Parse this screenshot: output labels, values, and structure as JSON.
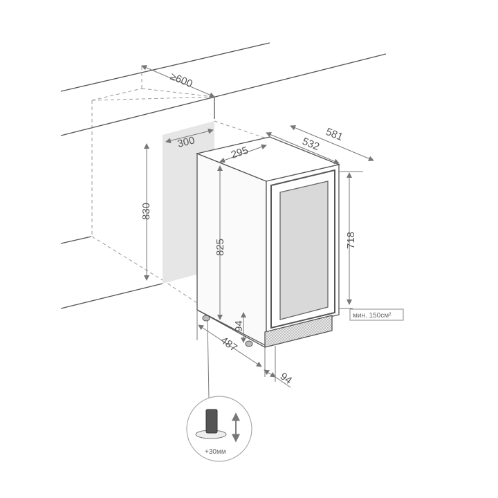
{
  "dimensions": {
    "niche_depth": "≥600",
    "side_gap": "300",
    "niche_height": "830",
    "cabinet_width": "295",
    "depth_without_door": "532",
    "depth_total": "581",
    "cabinet_height": "825",
    "door_height": "718",
    "base_height": "94",
    "base_depth": "487",
    "plinth_offset": "94"
  },
  "ventilation_label": "мин. 150см²",
  "foot_adjust_label": "+30мм",
  "colors": {
    "line": "#555555",
    "panel": "#e6e6e6",
    "glass": "#d9d9d9"
  }
}
